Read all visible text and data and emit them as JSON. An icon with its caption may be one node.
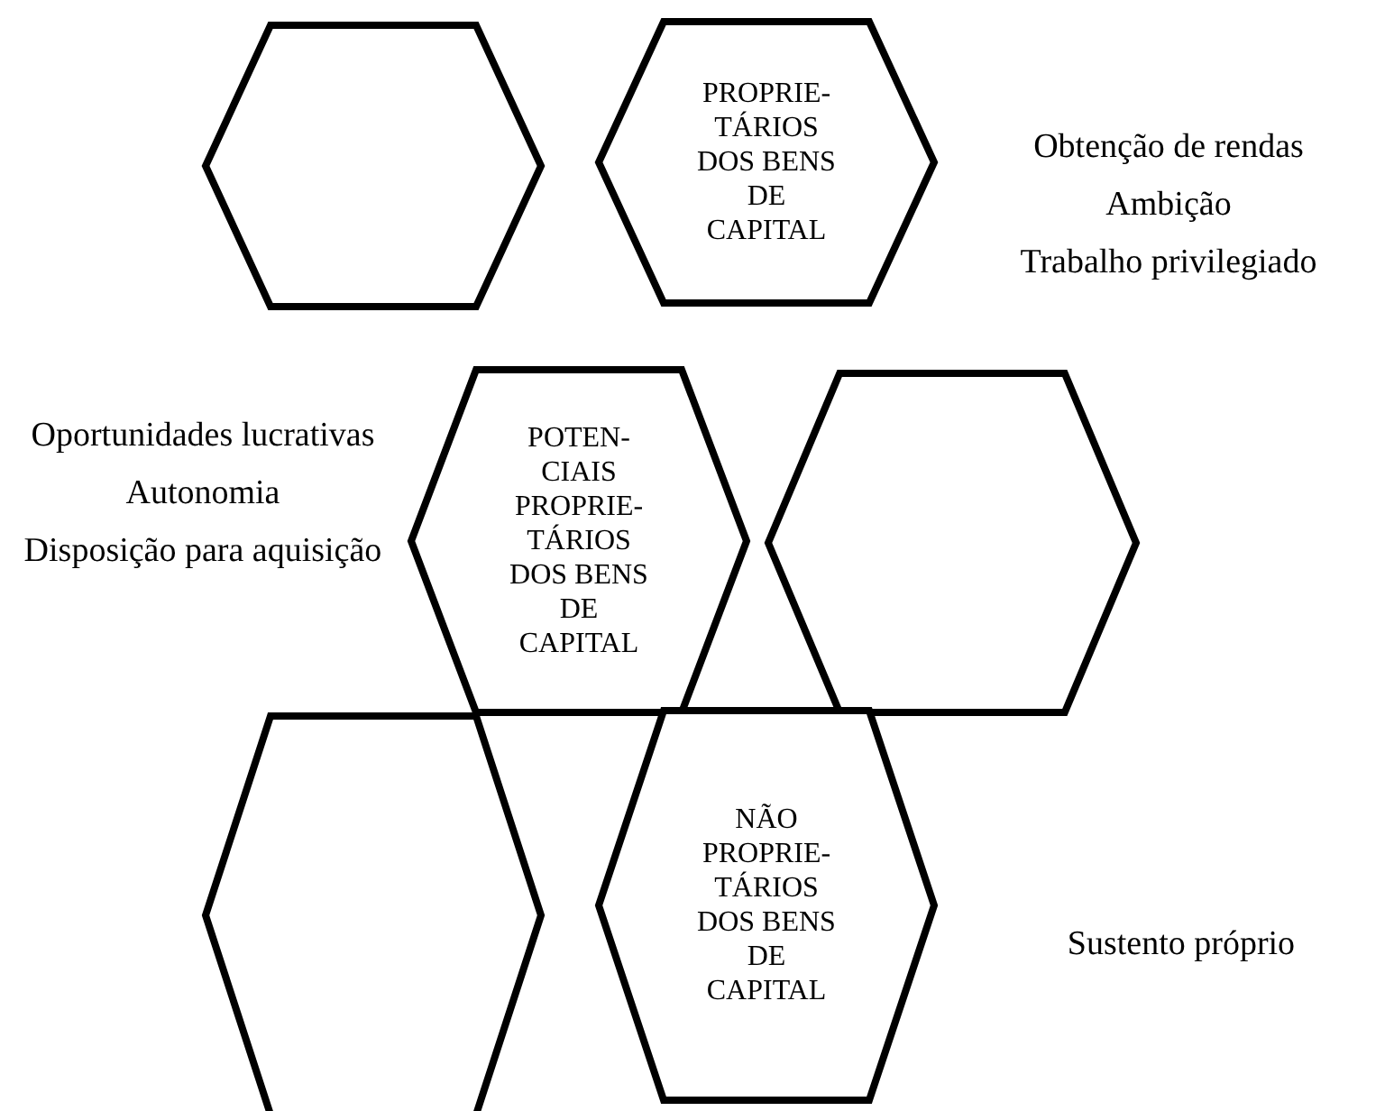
{
  "diagram": {
    "nodes": [
      {
        "text": [],
        "shape": "hexagon"
      },
      {
        "text": [
          "PROPRIE-TÁRIOS DOS BENS DE CAPITAL"
        ],
        "beside": [
          "Obtenção de rendas",
          "Ambição",
          "Trabalho privilegiado"
        ]
      },
      {
        "text": [
          "POTEN-CIAIS PROPRIE-TÁRIOS DOS BENS DE CAPITAL"
        ],
        "beside": [
          "Oportunidades lucrativas",
          "Autonomia",
          "Disposição para aquisição"
        ]
      },
      {
        "text": [],
        "shape": "hexagon"
      },
      {
        "text": [],
        "shape": "hexagon"
      },
      {
        "text": [
          "NÃO PROPRIE-TÁRIOS DOS BENS DE CAPITAL"
        ],
        "beside": [
          "Sustento próprio"
        ]
      }
    ]
  }
}
